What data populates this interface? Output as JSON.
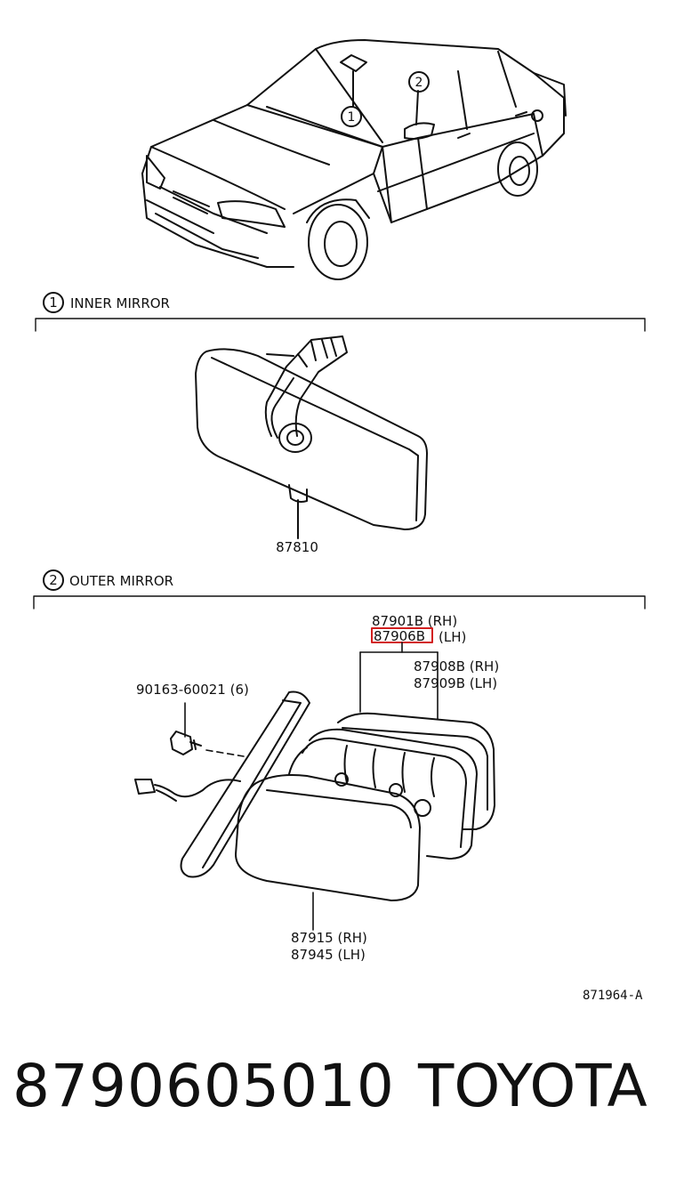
{
  "callouts": {
    "one": "1",
    "two": "2"
  },
  "sections": {
    "inner": {
      "number": "1",
      "title": "INNER MIRROR"
    },
    "outer": {
      "number": "2",
      "title": "OUTER MIRROR"
    }
  },
  "labels": {
    "inner_mirror": "87810",
    "mirror_rh": "87901B (RH)",
    "mirror_lh_code": "87906B",
    "mirror_lh_suffix": "(LH)",
    "glass_rh": "87908B (RH)",
    "glass_lh": "87909B (LH)",
    "screw": "90163-60021 (6)",
    "cover_rh": "87915 (RH)",
    "cover_lh": "87945 (LH)",
    "diagram_ref": "871964-A"
  },
  "footer": {
    "part_number": "8790605010",
    "brand": "TOYOTA"
  },
  "colors": {
    "highlight": "#d21f1f",
    "line": "#111111"
  }
}
